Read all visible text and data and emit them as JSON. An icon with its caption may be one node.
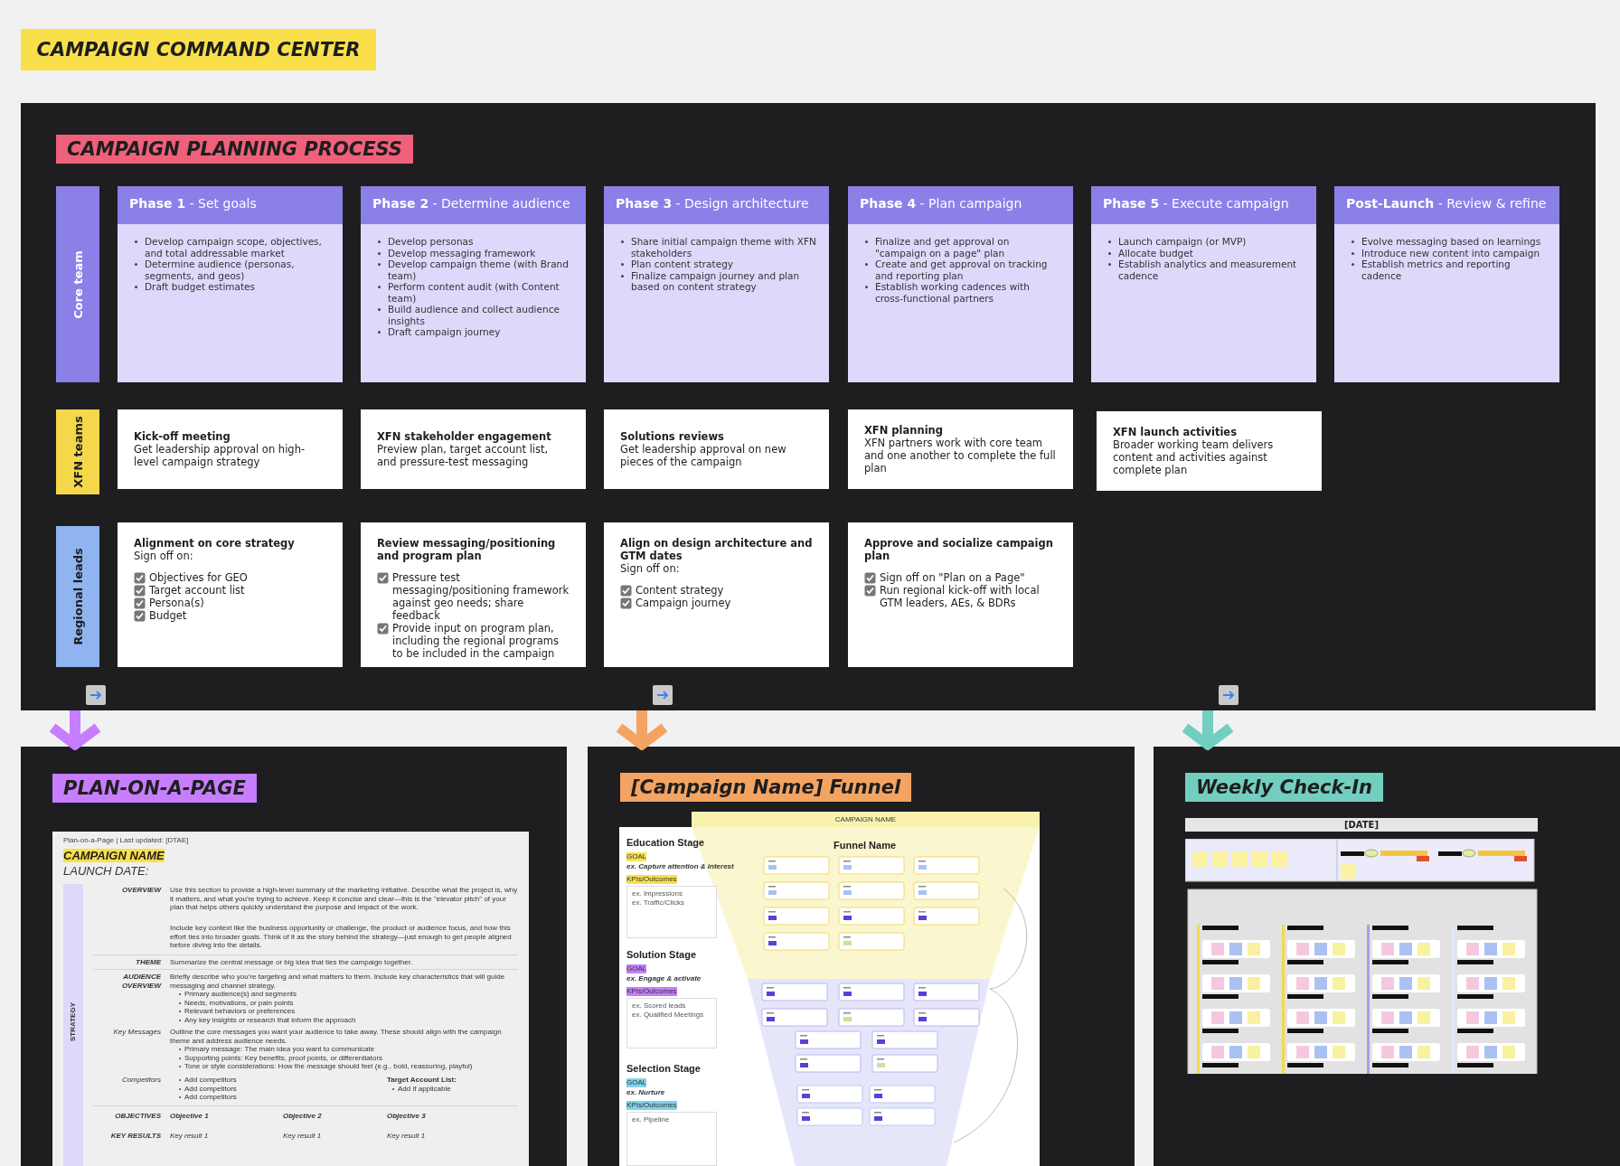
{
  "diagram": {
    "title": "CAMPAIGN COMMAND CENTER",
    "nodes": [
      {
        "text": [
          "CAMPAIGN PLANNING PROCESS"
        ]
      },
      {
        "text": [
          "Core team"
        ],
        "in": 0
      },
      {
        "text": [
          "XFN teams"
        ],
        "in": 0
      },
      {
        "text": [
          "Regional leads"
        ],
        "in": 0
      },
      {
        "text": [
          "**Phase 1** - Set goals",
          "Develop campaign scope, objectives, and total addressable market",
          "Determine audience (personas, segments, and geos)",
          "Draft budget estimates"
        ],
        "in": 0
      },
      {
        "text": [
          "**Phase 2** - Determine audience",
          "Develop personas",
          "Develop messaging framework",
          "Develop campaign theme (with Brand team)",
          "Perform content audit (with Content team)",
          "Build audience and collect audience insights",
          "Draft campaign journey"
        ],
        "in": 0
      },
      {
        "text": [
          "**Phase 3** - Design architecture",
          "Share initial campaign theme with XFN stakeholders",
          "Plan content strategy",
          "Finalize campaign journey and plan based on content strategy"
        ],
        "in": 0
      },
      {
        "text": [
          "**Phase 4** - Plan campaign",
          "Finalize and get approval on \"campaign on a page\" plan",
          "Create and get approval on tracking and reporting plan",
          "Establish working cadences with cross-functional partners"
        ],
        "in": 0
      },
      {
        "text": [
          "**Phase 5** - Execute campaign",
          "Launch campaign (or MVP)",
          "Allocate budget",
          "Establish analytics and measurement cadence"
        ],
        "in": 0
      },
      {
        "text": [
          "**Post-Launch** - Review & refine",
          "Evolve messaging based on learnings",
          "Introduce new content into campaign",
          "Establish metrics and reporting cadence"
        ],
        "in": 0
      },
      {
        "text": [
          "Kick-off meeting",
          "Get leadership approval on high-level campaign strategy"
        ],
        "in": 0
      },
      {
        "text": [
          "XFN stakeholder engagement",
          "Preview plan, target account list, and pressure-test messaging"
        ],
        "in": 0
      },
      {
        "text": [
          "Solutions reviews",
          "Get leadership approval on new pieces of the campaign"
        ],
        "in": 0
      },
      {
        "text": [
          "XFN planning",
          "XFN partners work with core team and one another to complete the full plan"
        ],
        "in": 0
      },
      {
        "text": [
          "XFN launch activities",
          "Broader working team delivers content and activities against complete plan"
        ],
        "in": 0
      },
      {
        "text": [
          "Alignment on core strategy",
          "Sign off on:",
          "Objectives for GEO",
          "Target account list",
          "Persona(s)",
          "Budget"
        ],
        "in": 0
      },
      {
        "text": [
          "Review messaging/positioning and program plan",
          "Pressure test messaging/positioning framework against geo needs; share feedback",
          "Provide input on program plan, including the regional programs to be included in the campaign"
        ],
        "in": 0
      },
      {
        "text": [
          "Align on design architecture and GTM dates",
          "Sign off on:",
          "Content strategy",
          "Campaign journey"
        ],
        "in": 0
      },
      {
        "text": [
          "Approve and socialize campaign plan",
          "Sign off on \"Plan on a Page\"",
          "Run regional kick-off with local GTM leaders, AEs, & BDRs"
        ],
        "in": 0
      },
      {
        "text": [
          "PLAN-ON-A-PAGE"
        ]
      },
      {
        "text": [
          "[Campaign Name] Funnel"
        ]
      },
      {
        "text": [
          "Weekly Check-In"
        ]
      },
      {
        "text": [
          "Plan-on-a-Page | Last updated: [DTAE]",
          "CAMPAIGN NAME",
          "LAUNCH DATE:",
          "STRATEGY",
          "OVERVIEW",
          "Use this section to provide a high-level summary of the marketing initiative. Describe what the project is, why it matters, and what you're trying to achieve. Keep it concise and clear—this is the \"elevator pitch\" of your plan that helps others quickly understand the purpose and impact of the work.",
          "Include key context like the business opportunity or challenge, the product or audience focus, and how this effort ties into broader goals. Think of it as the story behind the strategy—just enough to get people aligned before diving into the details.",
          "THEME",
          "Summarize the central message or big idea that ties the campaign together.",
          "AUDIENCE OVERVIEW",
          "Briefly describe who you're targeting and what matters to them. Include key characteristics that will guide messaging and channel strategy.",
          "Primary audience(s) and segments",
          "Needs, motivations, or pain points",
          "Relevant behaviors or preferences",
          "Any key insights or research that inform the approach",
          "Key Messages",
          "Outline the core messages you want your audience to take away. These should align with the campaign theme and address audience needs.",
          "Primary message: The main idea you want to communicate",
          "Supporting points: Key benefits, proof points, or differentiators",
          "Tone or style considerations: How the message should feel (e.g., bold, reassuring, playful)",
          "Competitors",
          "Add competitors",
          "Add competitors",
          "Add competitors",
          "Target Account List:",
          "Add if applicable",
          "OBJECTIVES",
          "Objective 1",
          "Objective 2",
          "Objective 3",
          "KEY RESULTS",
          "Key result 1",
          "Key result 1",
          "Key result 1"
        ],
        "in": 19
      },
      {
        "text": [
          "CAMPAIGN NAME",
          "Education Stage",
          "GOAL",
          "ex. Capture attention & interest",
          "KPIs/Outcomes",
          "ex. Impressions",
          "ex. Traffic/Clicks",
          "Funnel Name",
          "Solution Stage",
          "GOAL",
          "ex. Engage & activate",
          "KPIs/Outcomes",
          "ex. Scored leads",
          "ex. Qualified Meetings",
          "Selection Stage",
          "GOAL",
          "ex. Nurture",
          "KPIs/Outcomes",
          "ex. Pipeline"
        ],
        "in": 20
      },
      {
        "text": [
          "[DATE]"
        ],
        "in": 21
      }
    ],
    "edges": [
      {
        "from": 0,
        "to": 19,
        "arrow": "to",
        "color": "#c77dff"
      },
      {
        "from": 0,
        "to": 20,
        "arrow": "to",
        "color": "#f4a462"
      },
      {
        "from": 0,
        "to": 21,
        "arrow": "to",
        "color": "#72cfc0"
      }
    ]
  }
}
